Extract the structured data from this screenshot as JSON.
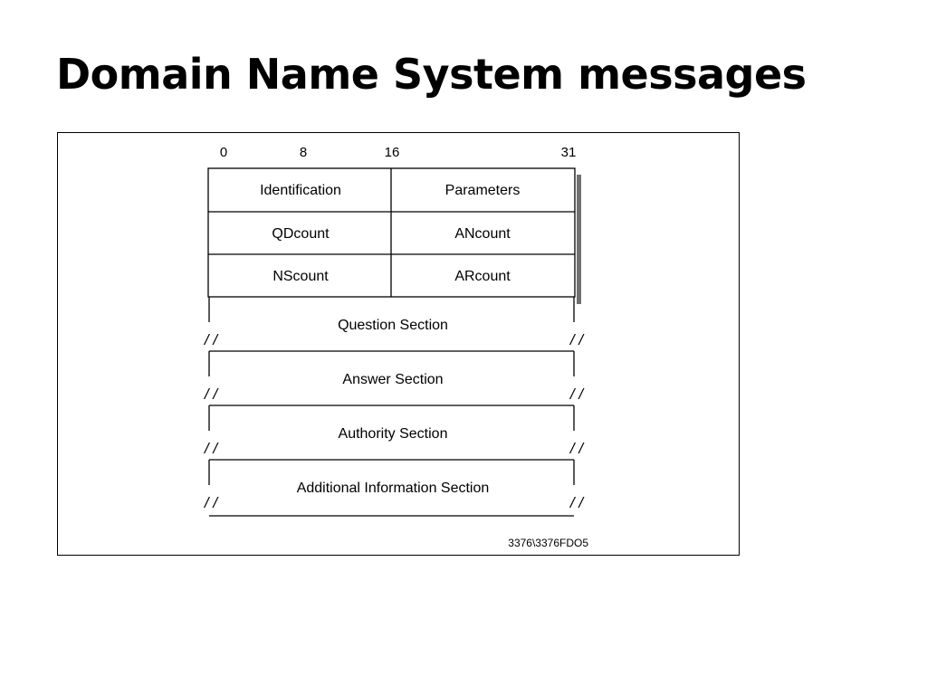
{
  "slide": {
    "title": "Domain Name System messages"
  },
  "diagram": {
    "bit_labels": [
      "0",
      "8",
      "16",
      "31"
    ],
    "header_rows": [
      {
        "left": "Identification",
        "right": "Parameters"
      },
      {
        "left": "QDcount",
        "right": "ANcount"
      },
      {
        "left": "NScount",
        "right": "ARcount"
      }
    ],
    "sections": [
      "Question Section",
      "Answer Section",
      "Authority Section",
      "Additional Information Section"
    ],
    "break_mark": "/ /",
    "figure_id": "3376\\3376FDO5"
  }
}
